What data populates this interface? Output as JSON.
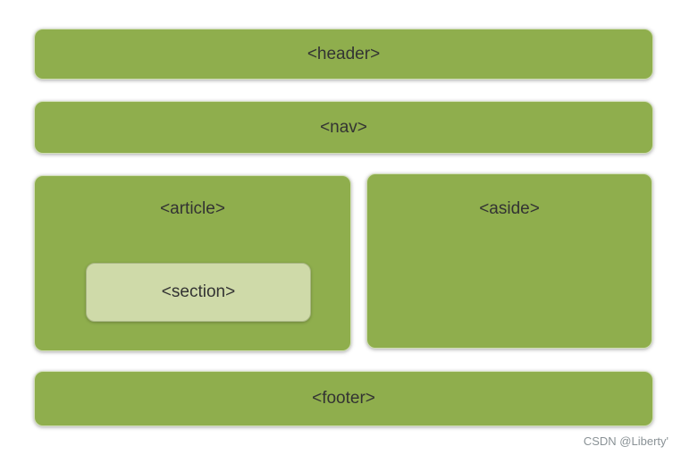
{
  "diagram": {
    "header": {
      "label": "<header>"
    },
    "nav": {
      "label": "<nav>"
    },
    "article": {
      "label": "<article>"
    },
    "section": {
      "label": "<section>"
    },
    "aside": {
      "label": "<aside>"
    },
    "footer": {
      "label": "<footer>"
    }
  },
  "watermark": "CSDN @Liberty'",
  "colors": {
    "block_green": "#8FAE4D",
    "section_fill": "#CFDAA9",
    "text": "#333333",
    "watermark": "#8a9296"
  }
}
